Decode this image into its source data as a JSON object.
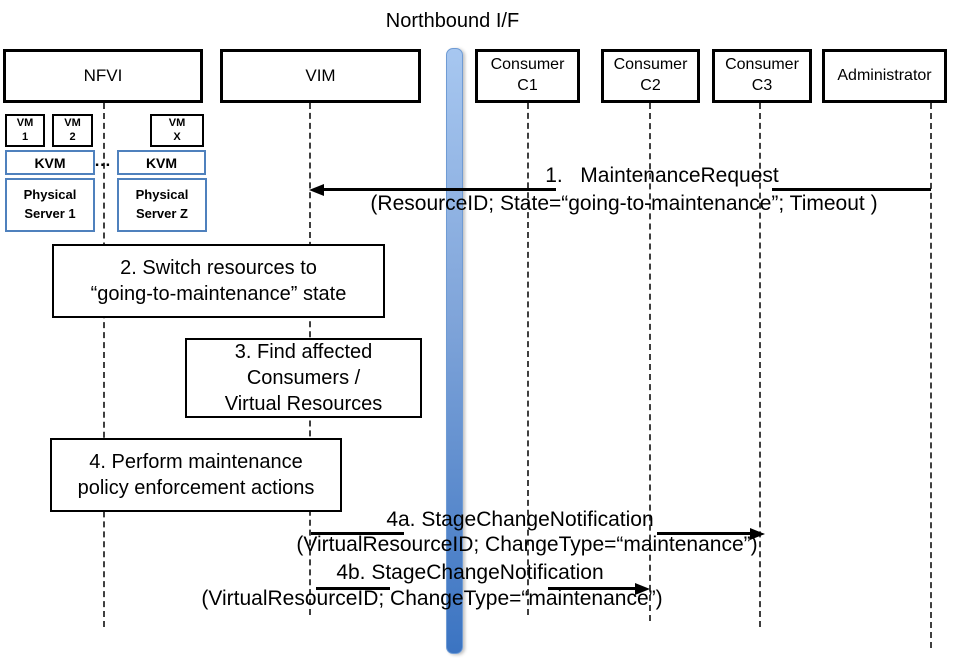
{
  "title": "Northbound I/F",
  "actors": [
    {
      "label": "NFVI"
    },
    {
      "label": "VIM"
    },
    {
      "lines": [
        "Consumer",
        "C1"
      ]
    },
    {
      "lines": [
        "Consumer",
        "C2"
      ]
    },
    {
      "lines": [
        "Consumer",
        "C3"
      ]
    },
    {
      "label": "Administrator"
    }
  ],
  "nfvi_internals": {
    "vms": [
      {
        "lines": [
          "VM",
          "1"
        ]
      },
      {
        "lines": [
          "VM",
          "2"
        ]
      },
      {
        "lines": [
          "VM",
          "X"
        ]
      }
    ],
    "hypervisors": [
      "KVM",
      "KVM"
    ],
    "ellipsis": "…",
    "servers": [
      {
        "lines": [
          "Physical",
          "Server 1"
        ]
      },
      {
        "lines": [
          "Physical",
          "Server Z"
        ]
      }
    ]
  },
  "steps": {
    "step2": {
      "lines": [
        "2. Switch resources to",
        "“going-to-maintenance” state"
      ]
    },
    "step3": {
      "lines": [
        "3. Find affected",
        "Consumers /",
        "Virtual Resources"
      ]
    },
    "step4": {
      "lines": [
        "4. Perform maintenance",
        "policy enforcement actions"
      ]
    }
  },
  "messages": {
    "m1": {
      "lines": [
        "1.   MaintenanceRequest",
        "(ResourceID; State=“going-to-maintenance”; Timeout )"
      ]
    },
    "m4a": {
      "lines": [
        "4a. StageChangeNotification",
        "(VirtualResourceID; ChangeType=“maintenance”)"
      ]
    },
    "m4b": {
      "lines": [
        "4b. StageChangeNotification",
        "(VirtualResourceID; ChangeType=“maintenance”)"
      ]
    }
  },
  "colors": {
    "box_border": "#000000",
    "accent_border": "#4F81BD",
    "bar_gradient_top": "#A7C7F0",
    "bar_gradient_bottom": "#3B74C2",
    "lifeline": "#3F3F3F"
  }
}
